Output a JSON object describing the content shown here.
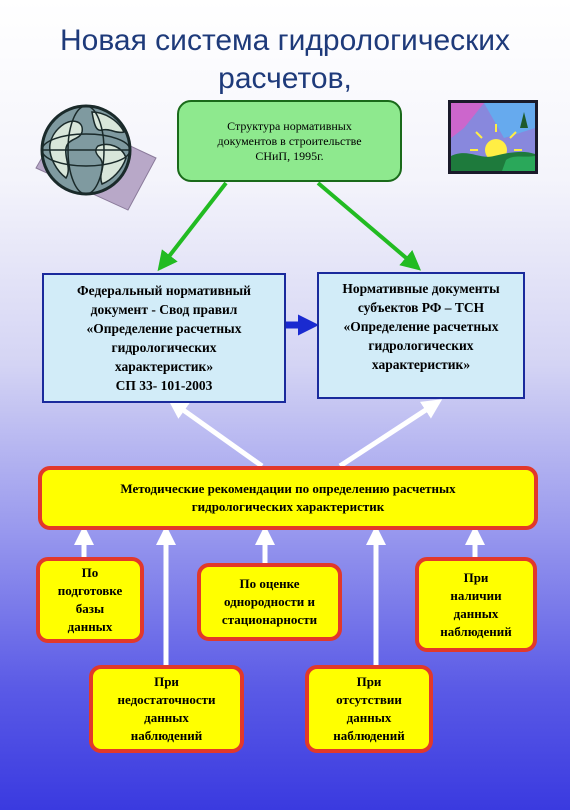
{
  "title": {
    "line1": "Новая система гидрологических",
    "line2": "расчетов,"
  },
  "top_box": {
    "line1": "Структура нормативных",
    "line2": "документов в строительстве",
    "line3": "СНиП, 1995г."
  },
  "federal_box": {
    "line1": "Федеральный нормативный",
    "line2": "документ - Свод правил",
    "line3": "«Определение расчетных",
    "line4": "гидрологических",
    "line5": "характеристик»",
    "line6": "СП 33- 101-2003"
  },
  "regional_box": {
    "line1": "Нормативные документы",
    "line2": "субъектов РФ – ТСН",
    "line3": "«Определение расчетных",
    "line4": "гидрологических",
    "line5": "характеристик»"
  },
  "methods_box": {
    "line1": "Методические рекомендации по определению расчетных",
    "line2": "гидрологических характеристик"
  },
  "base_box": {
    "line1": "По",
    "line2": "подготовке",
    "line3": "базы",
    "line4": "данных"
  },
  "homogeneity_box": {
    "line1": "По оценке",
    "line2": "однородности и",
    "line3": "стационарности"
  },
  "available_box": {
    "line1": "При",
    "line2": "наличии",
    "line3": "данных",
    "line4": "наблюдений"
  },
  "insufficient_box": {
    "line1": "При",
    "line2": "недостаточности",
    "line3": "данных",
    "line4": "наблюдений"
  },
  "absent_box": {
    "line1": "При",
    "line2": "отсутствии",
    "line3": "данных",
    "line4": "наблюдений"
  },
  "colors": {
    "title": "#1e3a7a",
    "top_box_fill": "#8ee98e",
    "doc_box_fill": "#d2ecf8",
    "doc_box_border": "#1a2a9c",
    "yellow_fill": "#ffff00",
    "yellow_border": "#e2382a",
    "green_arrow": "#22bb22",
    "blue_arrow": "#1a2ad0",
    "white_arrow": "#ffffff"
  },
  "icons": [
    "globe-icon",
    "landscape-picture-icon"
  ]
}
